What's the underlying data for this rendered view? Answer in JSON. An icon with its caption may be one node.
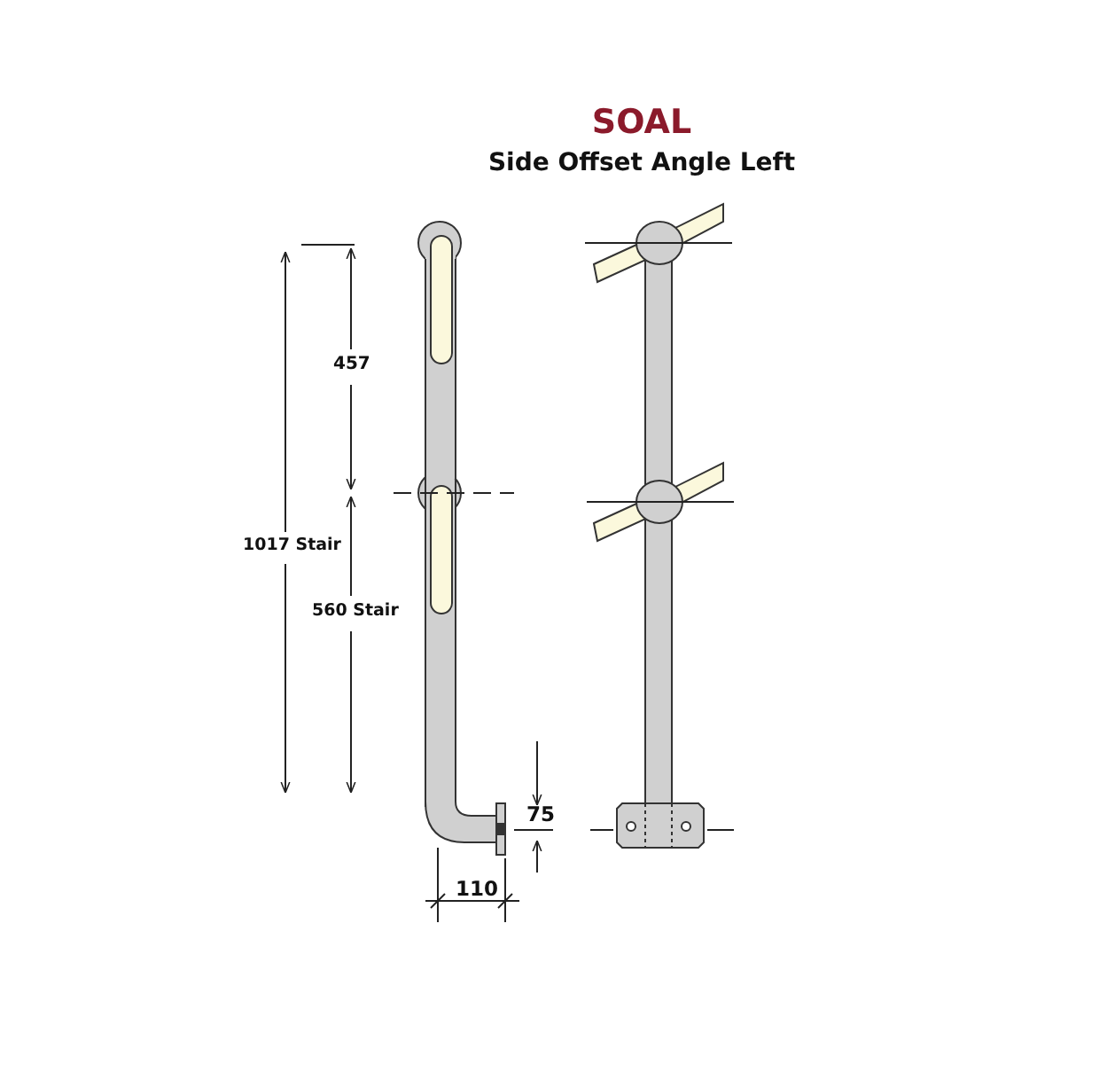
{
  "diagram": {
    "title": "SOAL",
    "labels": [
      "Side Offset Angle Left",
      "457",
      "1017 Stair",
      "560 Stair",
      "75",
      "110"
    ]
  }
}
